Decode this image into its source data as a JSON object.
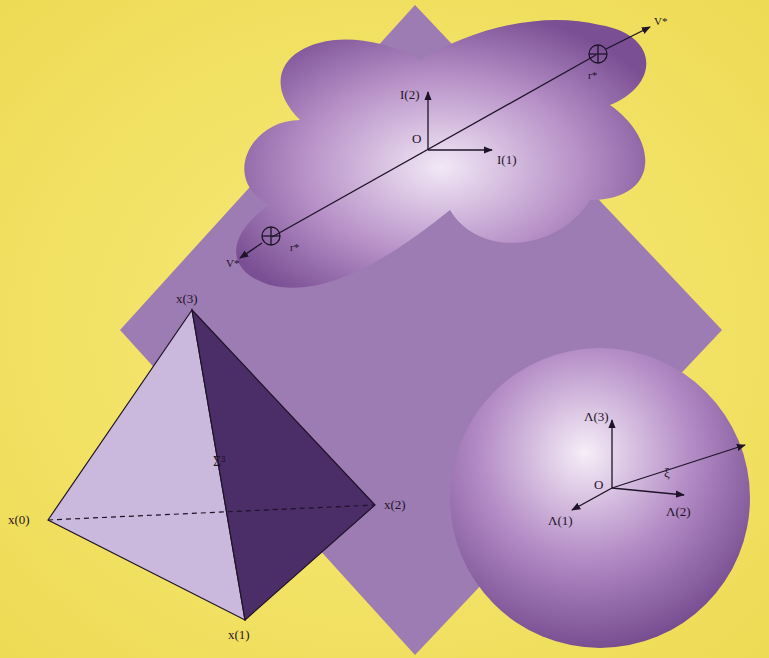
{
  "diagram": {
    "labels": [
      "I(2)",
      "I(1)",
      "O",
      "V*",
      "r*",
      "V*",
      "r*",
      "x(3)",
      "x(2)",
      "x(0)",
      "x(1)",
      "Σ³",
      "Λ(3)",
      "Λ(1)",
      "Λ(2)",
      "O",
      "ξ"
    ]
  }
}
